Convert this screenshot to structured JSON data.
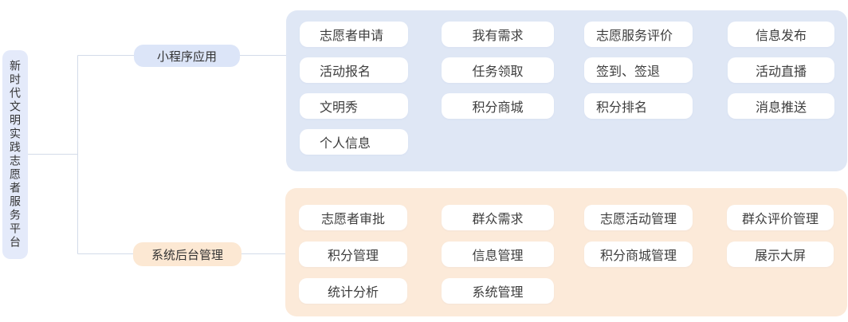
{
  "diagram": {
    "root": {
      "label": "新时代文明实践志愿者服务平台"
    },
    "branches": [
      {
        "label": "小程序应用",
        "columns": [
          {
            "items": [
              "志愿者申请",
              "活动报名",
              "文明秀",
              "个人信息"
            ]
          },
          {
            "items": [
              "我有需求",
              "任务领取",
              "积分商城"
            ]
          },
          {
            "items": [
              "志愿服务评价",
              "签到、签退",
              "积分排名"
            ]
          },
          {
            "items": [
              "信息发布",
              "活动直播",
              "消息推送"
            ]
          }
        ]
      },
      {
        "label": "系统后台管理",
        "columns": [
          {
            "items": [
              "志愿者审批",
              "积分管理",
              "统计分析"
            ]
          },
          {
            "items": [
              "群众需求",
              "信息管理",
              "系统管理"
            ]
          },
          {
            "items": [
              "志愿活动管理",
              "积分商城管理"
            ]
          },
          {
            "items": [
              "群众评价管理",
              "展示大屏"
            ]
          }
        ]
      }
    ]
  },
  "colors": {
    "root_node_bg": "#e4eafa",
    "mini_node_bg": "#dce5f8",
    "admin_node_bg": "#fce8d3",
    "mini_panel_bg": "#dfe7f5",
    "admin_panel_bg": "#fcead9",
    "item_bg": "#ffffff",
    "connector": "#d3dbe9",
    "text": "#3d3d3d"
  }
}
